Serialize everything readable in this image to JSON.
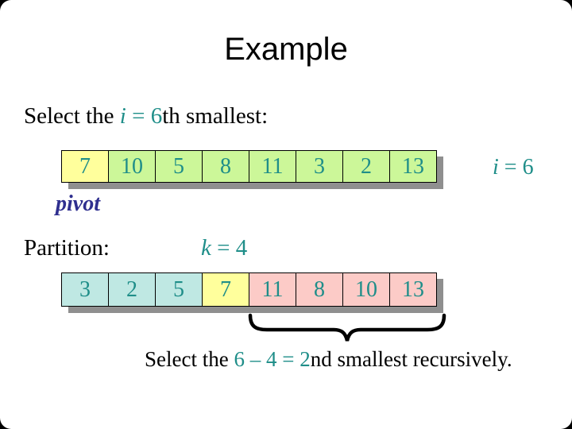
{
  "colors": {
    "teal": "#1f8e89",
    "navy": "#2f2f8f",
    "yellow": "#ffff9c",
    "green": "#ccf799",
    "cyan": "#bfe8e3",
    "pink": "#fccbc7",
    "shadow": "#8f8f8f",
    "slide_bg": "#ffffff"
  },
  "title": "Example",
  "select_line": {
    "prefix": "Select the ",
    "var": "i",
    "rest": " = 6",
    "suffix": "th smallest:"
  },
  "array1": {
    "cells": [
      {
        "value": "7",
        "color": "yellow"
      },
      {
        "value": "10",
        "color": "green"
      },
      {
        "value": "5",
        "color": "green"
      },
      {
        "value": "8",
        "color": "green"
      },
      {
        "value": "11",
        "color": "green"
      },
      {
        "value": "3",
        "color": "green"
      },
      {
        "value": "2",
        "color": "green"
      },
      {
        "value": "13",
        "color": "green"
      }
    ]
  },
  "i_label": {
    "var": "i",
    "rest": " = 6"
  },
  "pivot_label": "pivot",
  "partition_label": "Partition:",
  "k_label": {
    "var": "k",
    "rest": " = 4"
  },
  "array2": {
    "cells": [
      {
        "value": "3",
        "color": "cyan"
      },
      {
        "value": "2",
        "color": "cyan"
      },
      {
        "value": "5",
        "color": "cyan"
      },
      {
        "value": "7",
        "color": "yellow"
      },
      {
        "value": "11",
        "color": "pink"
      },
      {
        "value": "8",
        "color": "pink"
      },
      {
        "value": "10",
        "color": "pink"
      },
      {
        "value": "13",
        "color": "pink"
      }
    ]
  },
  "recurse_line": {
    "prefix": "Select the ",
    "highlight": "6 – 4 = 2",
    "suffix": "nd smallest recursively."
  }
}
